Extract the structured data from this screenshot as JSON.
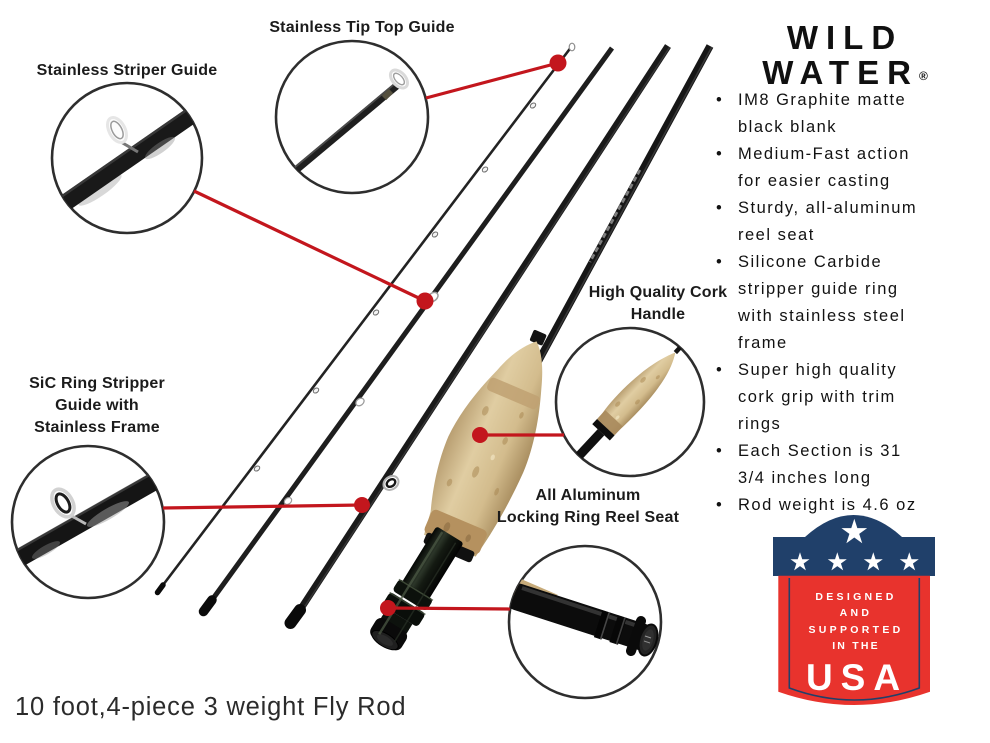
{
  "caption": "10 foot,4-piece 3 weight Fly Rod",
  "logo": {
    "line1": "WILD",
    "line2": "WATER",
    "registered": "®"
  },
  "features": {
    "items": [
      "IM8 Graphite matte black blank",
      "Medium-Fast action for easier casting",
      "Sturdy, all-aluminum reel seat",
      "Silicone Carbide stripper guide ring with stainless steel frame",
      "Super high quality cork grip with trim rings",
      "Each Section is 31 3/4 inches long",
      "Rod weight is 4.6 oz"
    ]
  },
  "callouts": {
    "striper": {
      "lines": [
        "Stainless Striper Guide"
      ]
    },
    "tiptop": {
      "lines": [
        "Stainless Tip Top Guide"
      ]
    },
    "sic": {
      "lines": [
        "SiC Ring Stripper",
        "Guide with",
        "Stainless Frame"
      ]
    },
    "cork": {
      "lines": [
        "High Quality Cork",
        "Handle"
      ]
    },
    "reelseat": {
      "lines": [
        "All Aluminum",
        "Locking Ring Reel Seat"
      ]
    }
  },
  "badge": {
    "small_lines": [
      "DESIGNED",
      "AND",
      "SUPPORTED",
      "IN THE"
    ],
    "big_text": "USA"
  },
  "colors": {
    "accent_red": "#c3161d",
    "badge_navy": "#20406a",
    "badge_red": "#e8332d",
    "cork_tan": "#d5bd8f",
    "rod_black": "#1c1c1c"
  }
}
